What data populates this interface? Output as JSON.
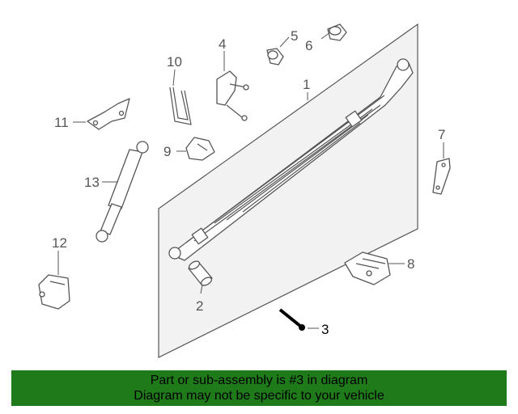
{
  "diagram": {
    "callouts": {
      "c1": "1",
      "c2": "2",
      "c3": "3",
      "c4": "4",
      "c5": "5",
      "c6": "6",
      "c7": "7",
      "c8": "8",
      "c9": "9",
      "c10": "10",
      "c11": "11",
      "c12": "12",
      "c13": "13"
    },
    "highlighted_part": "3"
  },
  "banner": {
    "line1": "Part or sub-assembly is #3 in diagram",
    "line2": "Diagram may not be specific to your vehicle",
    "background_color": "#1f7a1a"
  }
}
